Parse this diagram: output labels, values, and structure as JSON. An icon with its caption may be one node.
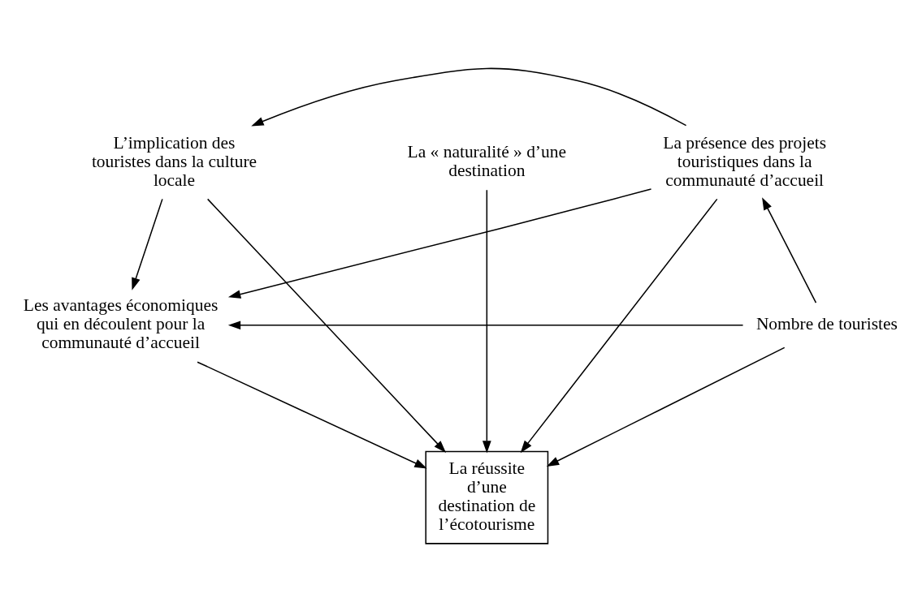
{
  "diagram": {
    "nodes": [
      {
        "text": [
          "L’implication des touristes dans la culture locale"
        ]
      },
      {
        "text": [
          "La « naturalité » d’une destination"
        ]
      },
      {
        "text": [
          "La présence des projets touristiques dans la communauté d’accueil"
        ]
      },
      {
        "text": [
          "Les avantages économiques qui en découlent pour la communauté d’accueil"
        ]
      },
      {
        "text": [
          "Nombre de touristes"
        ]
      },
      {
        "text": [
          "La réussite d’une destination de l’écotourisme"
        ]
      }
    ],
    "edges": [
      {
        "from": 2,
        "to": 0,
        "arrow": "to"
      },
      {
        "from": 0,
        "to": 3,
        "arrow": "to"
      },
      {
        "from": 0,
        "to": 5,
        "arrow": "to"
      },
      {
        "from": 1,
        "to": 5,
        "arrow": "to"
      },
      {
        "from": 2,
        "to": 5,
        "arrow": "to"
      },
      {
        "from": 3,
        "to": 5,
        "arrow": "to"
      },
      {
        "from": 4,
        "to": 5,
        "arrow": "to"
      },
      {
        "from": 4,
        "to": 2,
        "arrow": "to"
      },
      {
        "from": 4,
        "to": 3,
        "arrow": "to"
      },
      {
        "from": 2,
        "to": 3,
        "arrow": "to"
      }
    ]
  }
}
